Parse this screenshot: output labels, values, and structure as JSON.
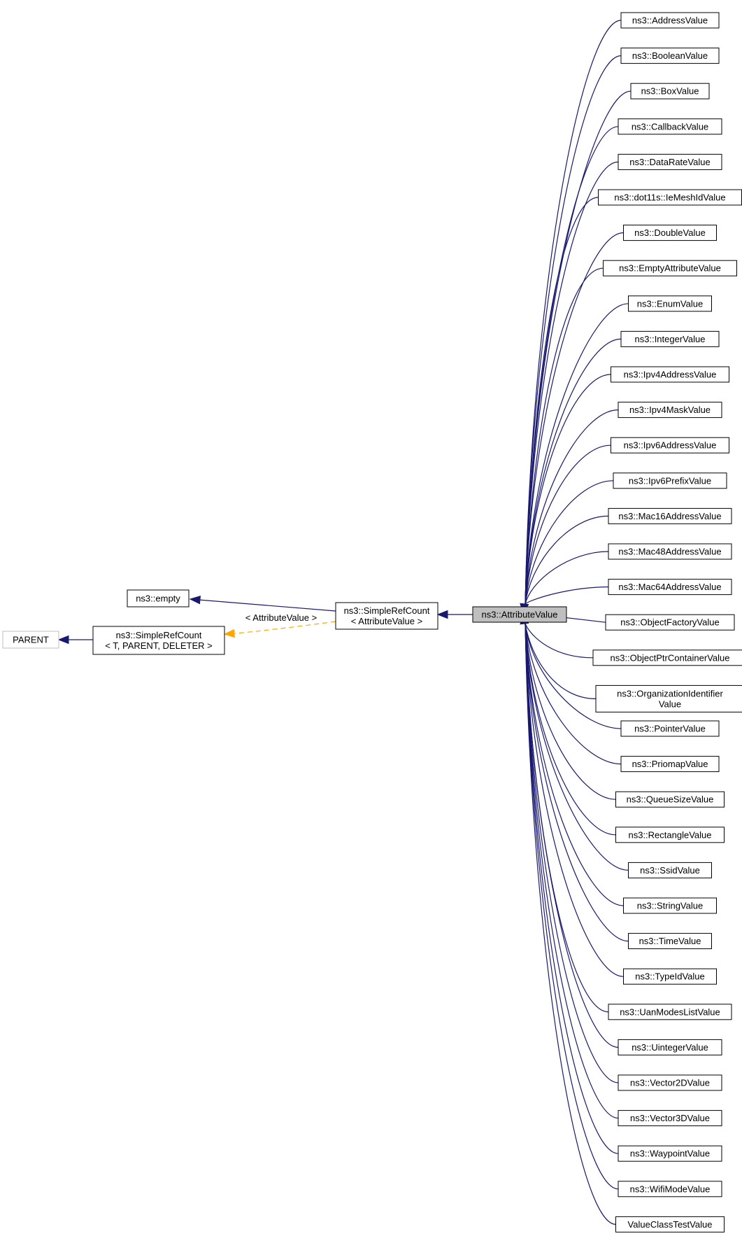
{
  "diagram": {
    "focus": "ns3::AttributeValue",
    "nodes": {
      "parent": "PARENT",
      "empty": "ns3::empty",
      "simplerefcount_generic": [
        "ns3::SimpleRefCount",
        "< T, PARENT, DELETER >"
      ],
      "simplerefcount_attr": [
        "ns3::SimpleRefCount",
        "< AttributeValue >"
      ],
      "attributevalue": "ns3::AttributeValue"
    },
    "template_edge_label": "< AttributeValue >",
    "children": [
      [
        "ns3::AddressValue"
      ],
      [
        "ns3::BooleanValue"
      ],
      [
        "ns3::BoxValue"
      ],
      [
        "ns3::CallbackValue"
      ],
      [
        "ns3::DataRateValue"
      ],
      [
        "ns3::dot11s::IeMeshIdValue"
      ],
      [
        "ns3::DoubleValue"
      ],
      [
        "ns3::EmptyAttributeValue"
      ],
      [
        "ns3::EnumValue"
      ],
      [
        "ns3::IntegerValue"
      ],
      [
        "ns3::Ipv4AddressValue"
      ],
      [
        "ns3::Ipv4MaskValue"
      ],
      [
        "ns3::Ipv6AddressValue"
      ],
      [
        "ns3::Ipv6PrefixValue"
      ],
      [
        "ns3::Mac16AddressValue"
      ],
      [
        "ns3::Mac48AddressValue"
      ],
      [
        "ns3::Mac64AddressValue"
      ],
      [
        "ns3::ObjectFactoryValue"
      ],
      [
        "ns3::ObjectPtrContainerValue"
      ],
      [
        "ns3::OrganizationIdentifier",
        "Value"
      ],
      [
        "ns3::PointerValue"
      ],
      [
        "ns3::PriomapValue"
      ],
      [
        "ns3::QueueSizeValue"
      ],
      [
        "ns3::RectangleValue"
      ],
      [
        "ns3::SsidValue"
      ],
      [
        "ns3::StringValue"
      ],
      [
        "ns3::TimeValue"
      ],
      [
        "ns3::TypeIdValue"
      ],
      [
        "ns3::UanModesListValue"
      ],
      [
        "ns3::UintegerValue"
      ],
      [
        "ns3::Vector2DValue"
      ],
      [
        "ns3::Vector3DValue"
      ],
      [
        "ns3::WaypointValue"
      ],
      [
        "ns3::WifiModeValue"
      ],
      [
        "ValueClassTestValue"
      ]
    ],
    "colors": {
      "edge": "#191970",
      "template_edge": "#ffa500",
      "node_border": "#000000",
      "focus_fill": "#bfbfbf",
      "parent_border": "#bfbfbf"
    }
  }
}
